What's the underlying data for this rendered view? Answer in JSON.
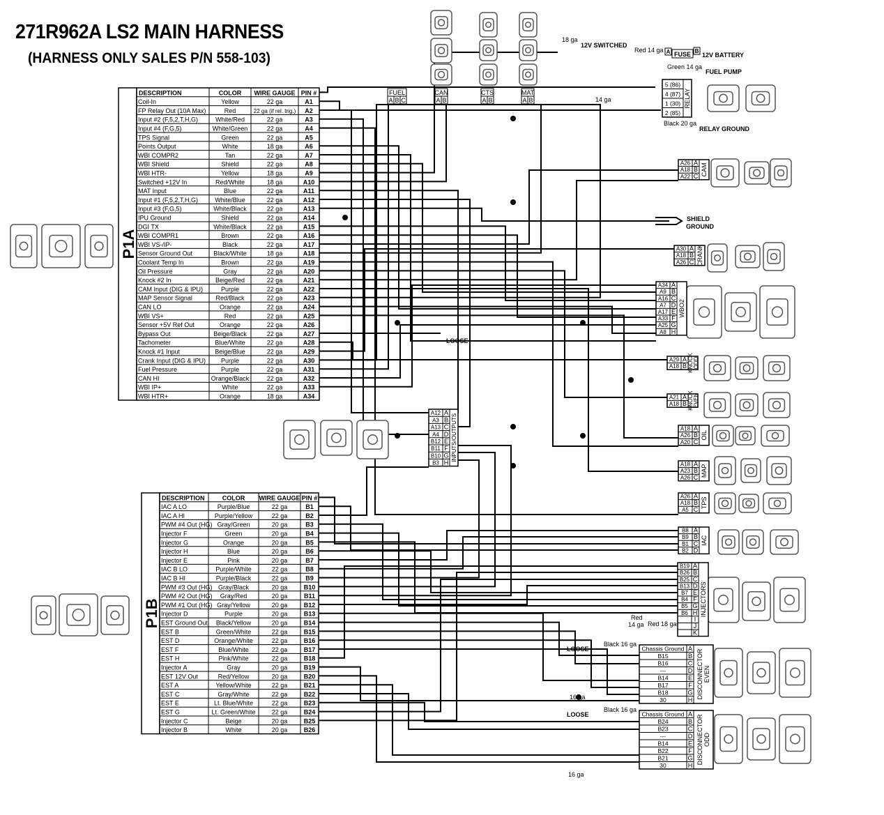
{
  "title": "271R962A LS2 MAIN HARNESS",
  "subtitle": "(HARNESS ONLY SALES P/N 558-103)",
  "headers": {
    "description": "DESCRIPTION",
    "color": "COLOR",
    "wire_gauge": "WIRE GAUGE",
    "pin": "PIN #"
  },
  "p1a": {
    "label": "P1A",
    "rows": [
      [
        "Coil-In",
        "Yellow",
        "22 ga",
        "A1"
      ],
      [
        "FP Relay Out (10A Max)",
        "Red",
        "22 ga (if rel. trig.)",
        "A2"
      ],
      [
        "Input #2 (F,5,2,T,H,G)",
        "White/Red",
        "22 ga",
        "A3"
      ],
      [
        "Input #4 (F,G,5)",
        "White/Green",
        "22 ga",
        "A4"
      ],
      [
        "TPS Signal",
        "Green",
        "22 ga",
        "A5"
      ],
      [
        "Points Output",
        "White",
        "18 ga",
        "A6"
      ],
      [
        "WBI COMPR2",
        "Tan",
        "22 ga",
        "A7"
      ],
      [
        "WBI Shield",
        "Shield",
        "22 ga",
        "A8"
      ],
      [
        "WBI HTR-",
        "Yellow",
        "18 ga",
        "A9"
      ],
      [
        "Switched +12V In",
        "Red/White",
        "18 ga",
        "A10"
      ],
      [
        "MAT Input",
        "Blue",
        "22 ga",
        "A11"
      ],
      [
        "Input #1 (F,5,2,T,H,G)",
        "White/Blue",
        "22 ga",
        "A12"
      ],
      [
        "Input #3 (F,G,5)",
        "White/Black",
        "22 ga",
        "A13"
      ],
      [
        "IPU Ground",
        "Shield",
        "22 ga",
        "A14"
      ],
      [
        "DGI TX",
        "White/Black",
        "22 ga",
        "A15"
      ],
      [
        "WBI COMPR1",
        "Brown",
        "22 ga",
        "A16"
      ],
      [
        "WBI VS-/IP-",
        "Black",
        "22 ga",
        "A17"
      ],
      [
        "Sensor Ground Out",
        "Black/White",
        "18 ga",
        "A18"
      ],
      [
        "Coolant Temp In",
        "Brown",
        "22 ga",
        "A19"
      ],
      [
        "Oil Pressure",
        "Gray",
        "22 ga",
        "A20"
      ],
      [
        "Knock #2 In",
        "Beige/Red",
        "22 ga",
        "A21"
      ],
      [
        "CAM Input (DIG & IPU)",
        "Purple",
        "22 ga",
        "A22"
      ],
      [
        "MAP Sensor Signal",
        "Red/Black",
        "22 ga",
        "A23"
      ],
      [
        "CAN LO",
        "Orange",
        "22 ga",
        "A24"
      ],
      [
        "WBI VS+",
        "Red",
        "22 ga",
        "A25"
      ],
      [
        "Sensor +5V Ref Out",
        "Orange",
        "22 ga",
        "A26"
      ],
      [
        "Bypass Out",
        "Beige/Black",
        "22 ga",
        "A27"
      ],
      [
        "Tachometer",
        "Blue/White",
        "22 ga",
        "A28"
      ],
      [
        "Knock #1 Input",
        "Beige/Blue",
        "22 ga",
        "A29"
      ],
      [
        "Crank Input (DIG & IPU)",
        "Purple",
        "22 ga",
        "A30"
      ],
      [
        "Fuel Pressure",
        "Purple",
        "22 ga",
        "A31"
      ],
      [
        "CAN HI",
        "Orange/Black",
        "22 ga",
        "A32"
      ],
      [
        "WBI IP+",
        "White",
        "22 ga",
        "A33"
      ],
      [
        "WBI HTR+",
        "Orange",
        "18 ga",
        "A34"
      ]
    ]
  },
  "p1b": {
    "label": "P1B",
    "headers": {
      "description": "DESCRIPTION",
      "color": "COLOR",
      "wire_gauge": "WIRE GAUGE",
      "pin": "PIN #"
    },
    "rows": [
      [
        "IAC A LO",
        "Purple/Blue",
        "22 ga",
        "B1"
      ],
      [
        "IAC A HI",
        "Purple/Yellow",
        "22 ga",
        "B2"
      ],
      [
        "PWM #4 Out (HG)",
        "Gray/Green",
        "20 ga",
        "B3"
      ],
      [
        "Injector F",
        "Green",
        "20 ga",
        "B4"
      ],
      [
        "Injector G",
        "Orange",
        "20 ga",
        "B5"
      ],
      [
        "Injector H",
        "Blue",
        "20 ga",
        "B6"
      ],
      [
        "Injector E",
        "Pink",
        "20 ga",
        "B7"
      ],
      [
        "IAC B LO",
        "Purple/White",
        "22 ga",
        "B8"
      ],
      [
        "IAC B HI",
        "Purple/Black",
        "22 ga",
        "B9"
      ],
      [
        "PWM #3 Out (HG)",
        "Gray/Black",
        "20 ga",
        "B10"
      ],
      [
        "PWM #2 Out (HG)",
        "Gray/Red",
        "20 ga",
        "B11"
      ],
      [
        "PWM #1 Out (HG)",
        "Gray/Yellow",
        "20 ga",
        "B12"
      ],
      [
        "Injector D",
        "Purple",
        "20 ga",
        "B13"
      ],
      [
        "EST Ground Out",
        "Black/Yellow",
        "20 ga",
        "B14"
      ],
      [
        "EST B",
        "Green/White",
        "22 ga",
        "B15"
      ],
      [
        "EST D",
        "Orange/White",
        "22 ga",
        "B16"
      ],
      [
        "EST F",
        "Blue/White",
        "22 ga",
        "B17"
      ],
      [
        "EST H",
        "Pink/White",
        "22 ga",
        "B18"
      ],
      [
        "Injector A",
        "Gray",
        "20 ga",
        "B19"
      ],
      [
        "EST 12V Out",
        "Red/Yellow",
        "20 ga",
        "B20"
      ],
      [
        "EST A",
        "Yellow/White",
        "22 ga",
        "B21"
      ],
      [
        "EST C",
        "Gray/White",
        "22 ga",
        "B22"
      ],
      [
        "EST E",
        "Lt. Blue/White",
        "22 ga",
        "B23"
      ],
      [
        "EST G",
        "Lt. Green/White",
        "22 ga",
        "B24"
      ],
      [
        "Injector C",
        "Beige",
        "20 ga",
        "B25"
      ],
      [
        "Injector B",
        "White",
        "20 ga",
        "B26"
      ]
    ]
  },
  "top_connectors": [
    {
      "name": "FUEL",
      "pins": [
        "A",
        "B",
        "C"
      ]
    },
    {
      "name": "CAN",
      "pins": [
        "A",
        "B"
      ]
    },
    {
      "name": "CTS",
      "pins": [
        "A",
        "B"
      ]
    },
    {
      "name": "MAT",
      "pins": [
        "A",
        "B"
      ]
    }
  ],
  "relay": {
    "label": "RELAY",
    "pins": [
      "5 (86)",
      "4 (87)",
      "1 (30)",
      "2 (85)"
    ],
    "fuse": "FUSE",
    "labels": {
      "switched": "12V SWITCHED",
      "switched_gauge": "18 ga",
      "battery": "12V BATTERY",
      "red14": "Red 14 ga",
      "fuse_a": "A",
      "fuse_b": "B",
      "fuel_pump": "FUEL PUMP",
      "green14": "Green 14 ga",
      "relay_ground": "RELAY GROUND",
      "black20": "Black 20 ga",
      "ga14": "14 ga"
    }
  },
  "right_connectors": [
    {
      "name": "CAM",
      "rows": [
        [
          "A26",
          "A"
        ],
        [
          "A18",
          "B"
        ],
        [
          "A22",
          "C"
        ]
      ]
    },
    {
      "name": "CRANK",
      "rows": [
        [
          "A30",
          "A"
        ],
        [
          "A18",
          "B"
        ],
        [
          "A26",
          "C"
        ]
      ]
    },
    {
      "name": "WBO2",
      "rows": [
        [
          "A34",
          "A"
        ],
        [
          "A9",
          "B"
        ],
        [
          "A16",
          "C"
        ],
        [
          "A7",
          "D"
        ],
        [
          "A17",
          "E"
        ],
        [
          "A33",
          "F"
        ],
        [
          "A25",
          "G"
        ],
        [
          "A8",
          "H"
        ]
      ]
    },
    {
      "name": "KNOCK ODD",
      "rows": [
        [
          "A29",
          "A"
        ],
        [
          "A18",
          "B"
        ]
      ]
    },
    {
      "name": "KNOCK EVEN",
      "rows": [
        [
          "A21",
          "A"
        ],
        [
          "A18",
          "B"
        ]
      ]
    },
    {
      "name": "OIL",
      "rows": [
        [
          "A18",
          "A"
        ],
        [
          "A26",
          "B"
        ],
        [
          "A20",
          "C"
        ]
      ]
    },
    {
      "name": "MAP",
      "rows": [
        [
          "A18",
          "A"
        ],
        [
          "A23",
          "B"
        ],
        [
          "A26",
          "C"
        ]
      ]
    },
    {
      "name": "TPS",
      "rows": [
        [
          "A26",
          "A"
        ],
        [
          "A18",
          "B"
        ],
        [
          "A5",
          "C"
        ]
      ]
    },
    {
      "name": "IAC",
      "rows": [
        [
          "B8",
          "A"
        ],
        [
          "B9",
          "B"
        ],
        [
          "B1",
          "C"
        ],
        [
          "B2",
          "D"
        ]
      ]
    },
    {
      "name": "INJECTORS",
      "rows": [
        [
          "B19",
          "A"
        ],
        [
          "B26",
          "B"
        ],
        [
          "B25",
          "C"
        ],
        [
          "B13",
          "D"
        ],
        [
          "B7",
          "E"
        ],
        [
          "B4",
          "F"
        ],
        [
          "B5",
          "G"
        ],
        [
          "B6",
          "H"
        ],
        [
          "",
          "I"
        ],
        [
          "",
          "J"
        ],
        [
          "",
          "K"
        ]
      ]
    }
  ],
  "inputs_outputs": {
    "name": "INPUTS/OUTPUTS",
    "rows": [
      [
        "A12",
        "A"
      ],
      [
        "A3",
        "B"
      ],
      [
        "A13",
        "C"
      ],
      [
        "A4",
        "D"
      ],
      [
        "B12",
        "E"
      ],
      [
        "B11",
        "F"
      ],
      [
        "B10",
        "G"
      ],
      [
        "B3",
        "H"
      ]
    ]
  },
  "disconnector_even": {
    "name": "DISCONNECTOR EVEN",
    "rows": [
      [
        "Chassis Ground",
        "A"
      ],
      [
        "B15",
        "B"
      ],
      [
        "B16",
        "C"
      ],
      [
        "---",
        "D"
      ],
      [
        "B14",
        "E"
      ],
      [
        "B17",
        "F"
      ],
      [
        "B18",
        "G"
      ],
      [
        "30",
        "H"
      ]
    ]
  },
  "disconnector_odd": {
    "name": "DISCONNECTOR ODD",
    "rows": [
      [
        "Chassis Ground",
        "A"
      ],
      [
        "B24",
        "B"
      ],
      [
        "B23",
        "C"
      ],
      [
        "---",
        "D"
      ],
      [
        "B14",
        "E"
      ],
      [
        "B22",
        "F"
      ],
      [
        "B21",
        "G"
      ],
      [
        "30",
        "H"
      ]
    ]
  },
  "annotations": {
    "shield_ground": [
      "SHIELD",
      "GROUND"
    ],
    "loose": "LOOSE",
    "black16": "Black 16 ga",
    "ga16": "16 ga",
    "red14": [
      "Red",
      "14 ga"
    ],
    "red18": "Red 18 ga"
  }
}
